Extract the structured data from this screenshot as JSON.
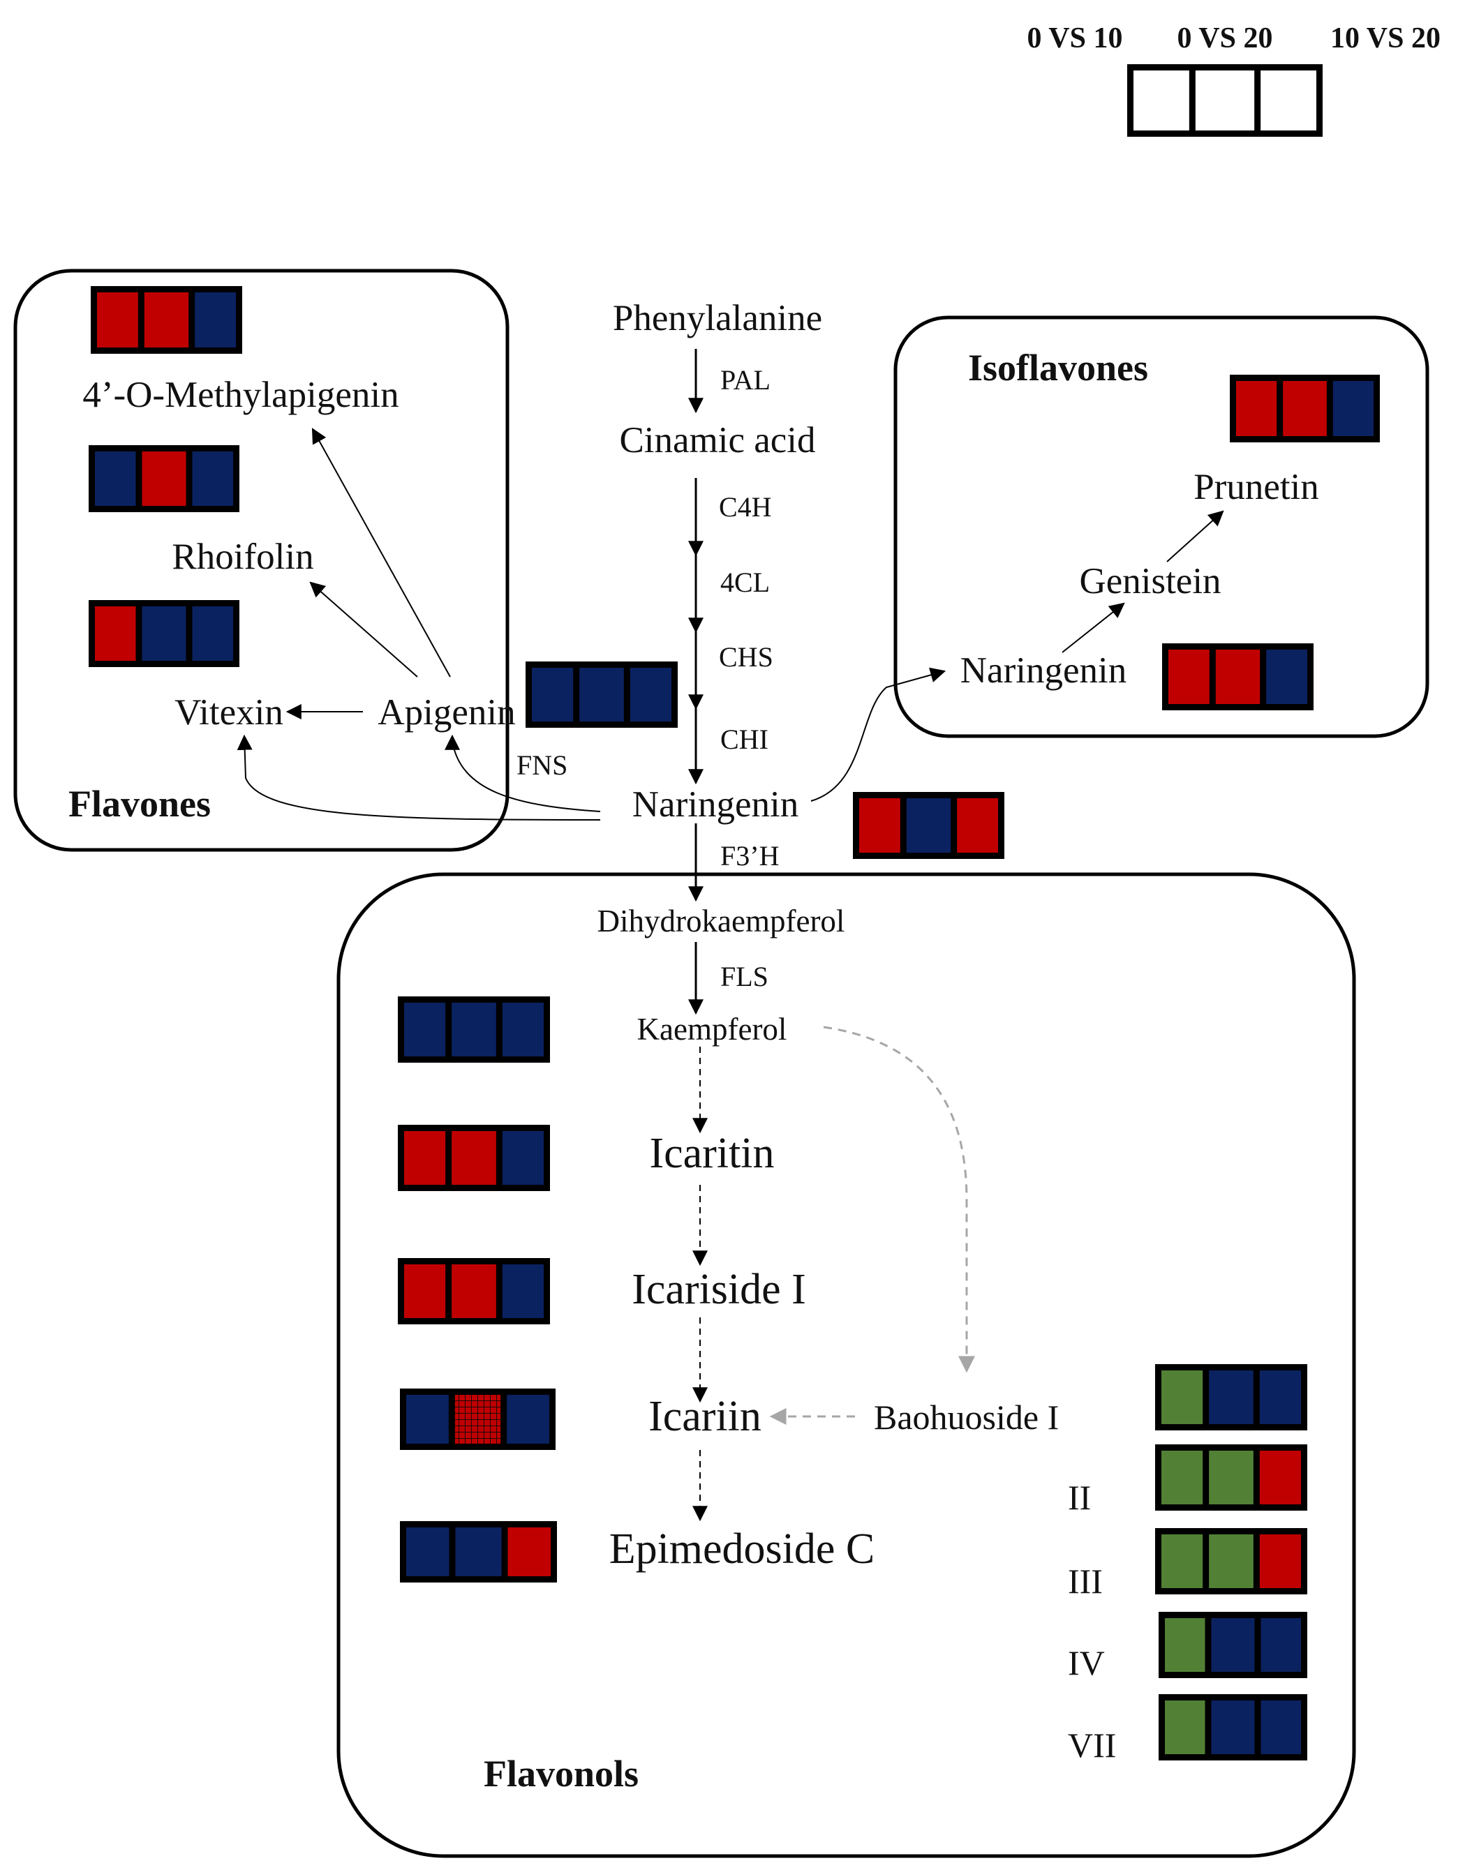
{
  "colors": {
    "red": "#c00000",
    "blue": "#0b2260",
    "green": "#528135",
    "white": "#ffffff",
    "line": "#000000",
    "gray_dashed": "#a6a6a6"
  },
  "legend": {
    "labels": [
      "0 VS 10",
      "0 VS 20",
      "10 VS 20"
    ]
  },
  "groups": {
    "flavones": "Flavones",
    "isoflavones": "Isoflavones",
    "flavonols": "Flavonols"
  },
  "compounds": {
    "phenylalanine": "Phenylalanine",
    "cinamic_acid": "Cinamic acid",
    "naringenin": "Naringenin",
    "naringenin_iso": "Naringenin",
    "genistein": "Genistein",
    "prunetin": "Prunetin",
    "methylapigenin": "4’-O-Methylapigenin",
    "rhoifolin": "Rhoifolin",
    "vitexin": "Vitexin",
    "apigenin": "Apigenin",
    "dihydrokaempferol": "Dihydrokaempferol",
    "kaempferol": "Kaempferol",
    "icaritin": "Icaritin",
    "icariside": "Icariside I",
    "icariin": "Icariin",
    "epimedoside": "Epimedoside C",
    "baohuoside_1": "Baohuoside I",
    "baohuoside_2": "II",
    "baohuoside_3": "III",
    "baohuoside_4": "IV",
    "baohuoside_7": "VII"
  },
  "enzymes": {
    "pal": "PAL",
    "c4h": "C4H",
    "fourcl": "4CL",
    "chs": "CHS",
    "chi": "CHI",
    "fns": "FNS",
    "f3h": "F3’H",
    "fls": "FLS"
  },
  "heatmaps": {
    "legend": [
      "white",
      "white",
      "white"
    ],
    "methylapigenin": [
      "red",
      "red",
      "blue"
    ],
    "rhoifolin": [
      "blue",
      "red",
      "blue"
    ],
    "vitexin": [
      "red",
      "blue",
      "blue"
    ],
    "apigenin": [
      "blue",
      "blue",
      "blue"
    ],
    "naringenin": [
      "red",
      "blue",
      "red"
    ],
    "prunetin": [
      "red",
      "red",
      "blue"
    ],
    "naringenin_iso": [
      "red",
      "red",
      "blue"
    ],
    "kaempferol": [
      "blue",
      "blue",
      "blue"
    ],
    "icaritin": [
      "red",
      "red",
      "blue"
    ],
    "icariside": [
      "red",
      "red",
      "blue"
    ],
    "icariin": [
      "blue",
      "red-grid",
      "blue"
    ],
    "epimedoside": [
      "blue",
      "blue",
      "red"
    ],
    "baohuoside_1": [
      "green",
      "blue",
      "blue"
    ],
    "baohuoside_2": [
      "green",
      "green",
      "red"
    ],
    "baohuoside_3": [
      "green",
      "green",
      "red"
    ],
    "baohuoside_4": [
      "green",
      "blue",
      "blue"
    ],
    "baohuoside_7": [
      "green",
      "blue",
      "blue"
    ]
  }
}
